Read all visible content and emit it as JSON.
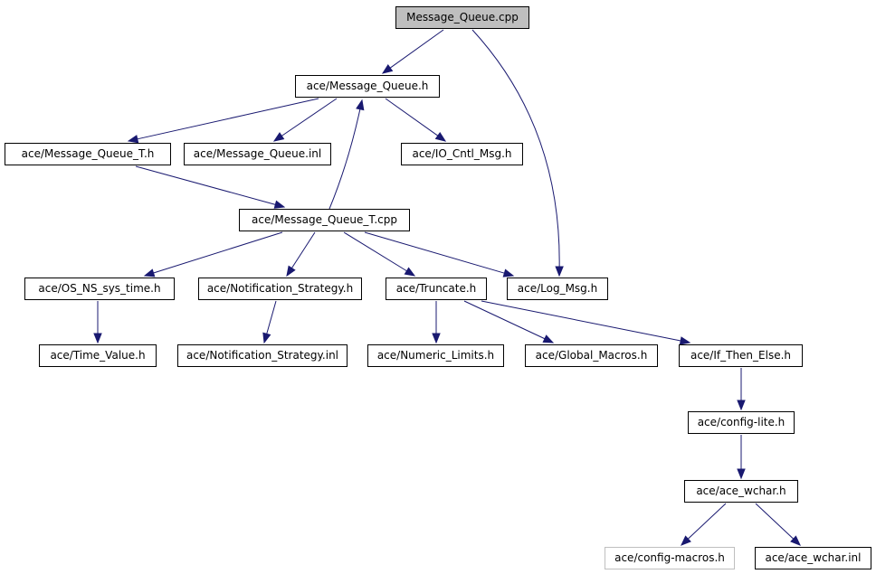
{
  "graph": {
    "edge_color": "#191970",
    "root_fill": "#bfbfbf",
    "faded_border": "#bfbfbf",
    "nodes": [
      {
        "id": "n0",
        "label": "Message_Queue.cpp",
        "style": "root"
      },
      {
        "id": "n1",
        "label": "ace/Message_Queue.h"
      },
      {
        "id": "n2",
        "label": "ace/Message_Queue_T.h"
      },
      {
        "id": "n3",
        "label": "ace/Message_Queue.inl"
      },
      {
        "id": "n4",
        "label": "ace/IO_Cntl_Msg.h"
      },
      {
        "id": "n5",
        "label": "ace/Message_Queue_T.cpp"
      },
      {
        "id": "n6",
        "label": "ace/OS_NS_sys_time.h"
      },
      {
        "id": "n7",
        "label": "ace/Notification_Strategy.h"
      },
      {
        "id": "n8",
        "label": "ace/Truncate.h"
      },
      {
        "id": "n9",
        "label": "ace/Log_Msg.h"
      },
      {
        "id": "n10",
        "label": "ace/Time_Value.h"
      },
      {
        "id": "n11",
        "label": "ace/Notification_Strategy.inl"
      },
      {
        "id": "n12",
        "label": "ace/Numeric_Limits.h"
      },
      {
        "id": "n13",
        "label": "ace/Global_Macros.h"
      },
      {
        "id": "n14",
        "label": "ace/If_Then_Else.h"
      },
      {
        "id": "n15",
        "label": "ace/config-lite.h"
      },
      {
        "id": "n16",
        "label": "ace/ace_wchar.h"
      },
      {
        "id": "n17",
        "label": "ace/config-macros.h",
        "style": "faded"
      },
      {
        "id": "n18",
        "label": "ace/ace_wchar.inl"
      }
    ],
    "edges": [
      {
        "from": "n0",
        "to": "n1"
      },
      {
        "from": "n0",
        "to": "n9"
      },
      {
        "from": "n1",
        "to": "n2"
      },
      {
        "from": "n1",
        "to": "n3"
      },
      {
        "from": "n1",
        "to": "n4"
      },
      {
        "from": "n2",
        "to": "n5"
      },
      {
        "from": "n5",
        "to": "n1"
      },
      {
        "from": "n5",
        "to": "n6"
      },
      {
        "from": "n5",
        "to": "n7"
      },
      {
        "from": "n5",
        "to": "n8"
      },
      {
        "from": "n5",
        "to": "n9"
      },
      {
        "from": "n6",
        "to": "n10"
      },
      {
        "from": "n7",
        "to": "n11"
      },
      {
        "from": "n8",
        "to": "n12"
      },
      {
        "from": "n8",
        "to": "n13"
      },
      {
        "from": "n8",
        "to": "n14"
      },
      {
        "from": "n14",
        "to": "n15"
      },
      {
        "from": "n15",
        "to": "n16"
      },
      {
        "from": "n16",
        "to": "n17"
      },
      {
        "from": "n16",
        "to": "n18"
      }
    ]
  }
}
